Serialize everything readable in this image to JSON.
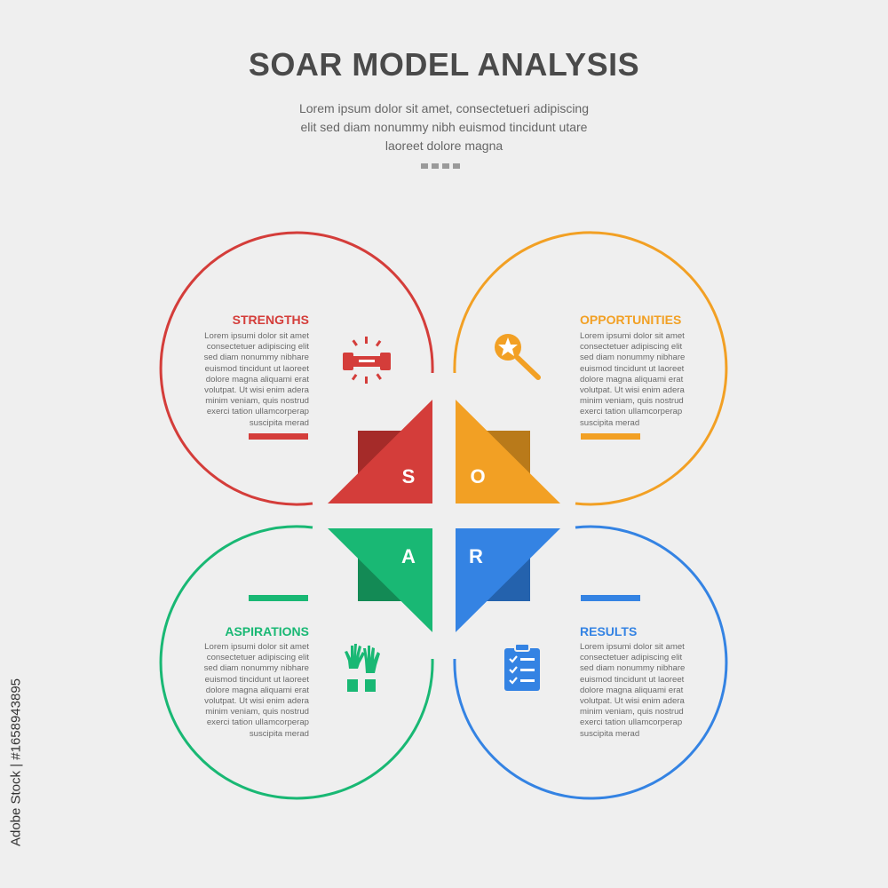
{
  "header": {
    "title": "SOAR MODEL ANALYSIS",
    "subtitle_lines": [
      "Lorem ipsum dolor sit amet, consectetueri adipiscing",
      "elit sed diam nonummy nibh euismod tincidunt utare",
      "laoreet dolore magna"
    ]
  },
  "colors": {
    "strengths": "#d43d3a",
    "opportunities": "#f2a024",
    "aspirations": "#19b874",
    "results": "#3483e3"
  },
  "quadrants": [
    {
      "key": "strengths",
      "title": "STRENGTHS",
      "letter": "S",
      "icon": "dumbbell-icon",
      "lines": [
        "Lorem ipsumi dolor sit amet",
        "consectetuer adipiscing elit",
        "sed diam nonummy nibhare",
        "euismod tincidunt ut laoreet",
        "dolore magna aliquami erat",
        "volutpat. Ut wisi enim adera",
        "minim veniam, quis nostrud",
        "exerci tation ullamcorperap",
        "suscipita merad"
      ]
    },
    {
      "key": "opportunities",
      "title": "OPPORTUNITIES",
      "letter": "O",
      "icon": "search-star-icon",
      "lines": [
        "Lorem ipsumi dolor sit amet",
        "consectetuer adipiscing elit",
        "sed diam nonummy nibhare",
        "euismod tincidunt ut laoreet",
        "dolore magna aliquami erat",
        "volutpat. Ut wisi enim adera",
        "minim veniam, quis nostrud",
        "exerci tation ullamcorperap",
        "suscipita merad"
      ]
    },
    {
      "key": "aspirations",
      "title": "ASPIRATIONS",
      "letter": "A",
      "icon": "raised-hands-icon",
      "lines": [
        "Lorem ipsumi dolor sit amet",
        "consectetuer adipiscing elit",
        "sed diam nonummy nibhare",
        "euismod tincidunt ut laoreet",
        "dolore magna aliquami erat",
        "volutpat. Ut wisi enim adera",
        "minim veniam, quis nostrud",
        "exerci tation ullamcorperap",
        "suscipita merad"
      ]
    },
    {
      "key": "results",
      "title": "RESULTS",
      "letter": "R",
      "icon": "clipboard-checklist-icon",
      "lines": [
        "Lorem ipsumi dolor sit amet",
        "consectetuer adipiscing elit",
        "sed diam nonummy nibhare",
        "euismod tincidunt ut laoreet",
        "dolore magna aliquami erat",
        "volutpat. Ut wisi enim adera",
        "minim veniam, quis nostrud",
        "exerci tation ullamcorperap",
        "suscipita merad"
      ]
    }
  ],
  "watermark": "Adobe Stock | #1658943895"
}
